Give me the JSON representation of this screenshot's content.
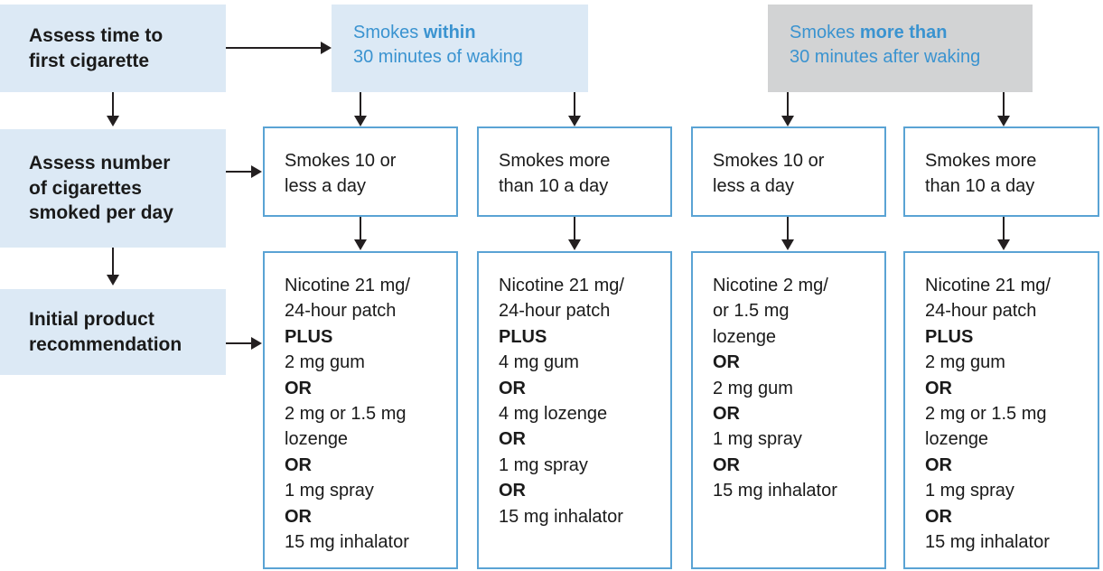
{
  "diagram": {
    "title": "Initial NRT product recommendation flowchart",
    "colors": {
      "stage_bg": "#dce9f5",
      "header_blue_bg": "#dce9f5",
      "header_gray_bg": "#d2d3d4",
      "header_text": "#3a93d0",
      "box_border": "#5aa3d4",
      "connector": "#231f20",
      "body_text": "#1a1a1a"
    }
  },
  "stages": [
    {
      "id": "stage-assess-time",
      "label": "Assess time to\nfirst cigarette"
    },
    {
      "id": "stage-assess-number",
      "label": "Assess number\nof cigarettes\nsmoked per day"
    },
    {
      "id": "stage-initial-product",
      "label": "Initial product\nrecommendation"
    }
  ],
  "headers": [
    {
      "id": "header-smokes-within",
      "line1_regular": "Smokes ",
      "line1_bold": "within",
      "line2": "30 minutes of waking",
      "style": "blue"
    },
    {
      "id": "header-smokes-more-than",
      "line1_regular": "Smokes ",
      "line1_bold": "more than",
      "line2": "30 minutes after waking",
      "style": "gray"
    }
  ],
  "columns": [
    {
      "id": "column-1",
      "quantity": "Smokes 10 or\nless a day",
      "recommendation": [
        {
          "text": "Nicotine 21 mg/\n24-hour patch",
          "bold": false
        },
        {
          "text": "PLUS",
          "bold": true
        },
        {
          "text": "2 mg gum",
          "bold": false
        },
        {
          "text": "OR",
          "bold": true
        },
        {
          "text": "2 mg or 1.5 mg\nlozenge",
          "bold": false
        },
        {
          "text": "OR",
          "bold": true
        },
        {
          "text": "1 mg spray",
          "bold": false
        },
        {
          "text": "OR",
          "bold": true
        },
        {
          "text": "15 mg inhalator",
          "bold": false
        }
      ]
    },
    {
      "id": "column-2",
      "quantity": "Smokes more\nthan 10 a day",
      "recommendation": [
        {
          "text": "Nicotine 21 mg/\n24-hour patch",
          "bold": false
        },
        {
          "text": "PLUS",
          "bold": true
        },
        {
          "text": "4 mg gum",
          "bold": false
        },
        {
          "text": "OR",
          "bold": true
        },
        {
          "text": "4 mg lozenge",
          "bold": false
        },
        {
          "text": "OR",
          "bold": true
        },
        {
          "text": "1 mg spray",
          "bold": false
        },
        {
          "text": "OR",
          "bold": true
        },
        {
          "text": "15 mg inhalator",
          "bold": false
        }
      ]
    },
    {
      "id": "column-3",
      "quantity": "Smokes 10 or\nless a day",
      "recommendation": [
        {
          "text": "Nicotine 2 mg/\nor 1.5 mg\nlozenge",
          "bold": false
        },
        {
          "text": "OR",
          "bold": true
        },
        {
          "text": "2 mg gum",
          "bold": false
        },
        {
          "text": "OR",
          "bold": true
        },
        {
          "text": "1 mg spray",
          "bold": false
        },
        {
          "text": "OR",
          "bold": true
        },
        {
          "text": "15 mg inhalator",
          "bold": false
        }
      ]
    },
    {
      "id": "column-4",
      "quantity": "Smokes more\nthan 10 a day",
      "recommendation": [
        {
          "text": "Nicotine 21 mg/\n24-hour patch",
          "bold": false
        },
        {
          "text": "PLUS",
          "bold": true
        },
        {
          "text": "2 mg gum",
          "bold": false
        },
        {
          "text": "OR",
          "bold": true
        },
        {
          "text": "2 mg or 1.5 mg\nlozenge",
          "bold": false
        },
        {
          "text": "OR",
          "bold": true
        },
        {
          "text": "1 mg spray",
          "bold": false
        },
        {
          "text": "OR",
          "bold": true
        },
        {
          "text": "15 mg inhalator",
          "bold": false
        }
      ]
    }
  ]
}
